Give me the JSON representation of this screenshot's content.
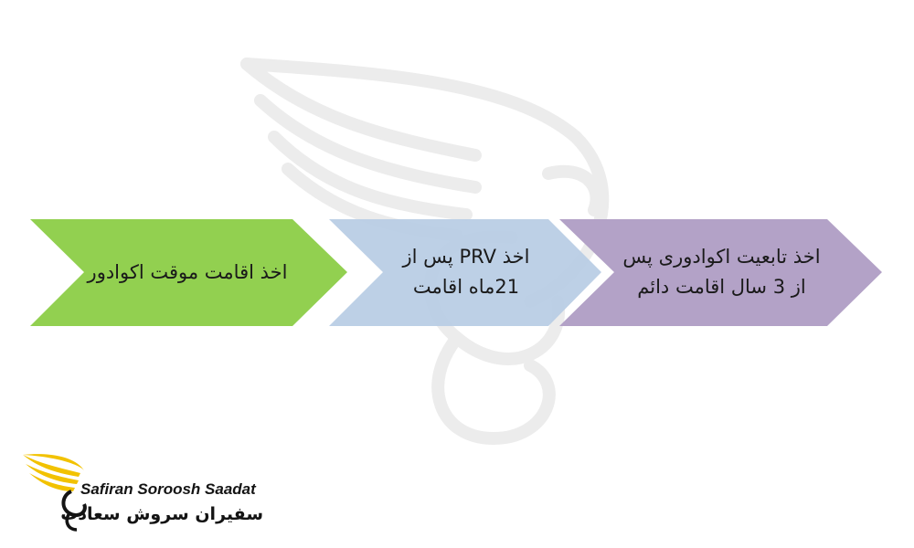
{
  "diagram": {
    "steps": [
      {
        "lines": [
          "اخذ اقامت موقت اکوادور"
        ],
        "color": "#92d050"
      },
      {
        "lines": [
          "اخذ PRV پس از",
          "21ماه اقامت"
        ],
        "color": "#b9cde5"
      },
      {
        "lines": [
          "اخذ تابعیت اکوادوری پس",
          "از 3 سال اقامت دائم"
        ],
        "color": "#b3a2c7"
      }
    ],
    "watermark": "wing-swirl-watermark"
  },
  "brand": {
    "latin": "Safiran Soroosh Saadat",
    "persian": "سفیران سروش سعادت",
    "logo_color": "#f2c200",
    "logo_icon": "wing-swirl-logo"
  }
}
